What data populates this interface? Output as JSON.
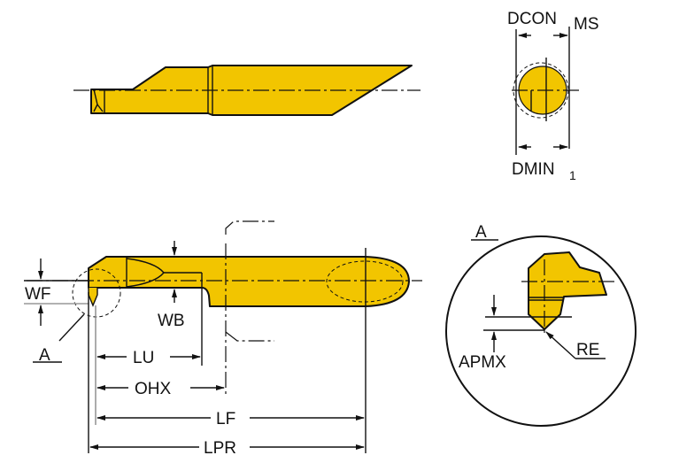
{
  "colors": {
    "tool_body": "#f2c500",
    "line": "#111111"
  },
  "labels": {
    "dcon": "DCON",
    "dcon_sub": "MS",
    "dmin": "DMIN",
    "dmin_sub": "1",
    "wf": "WF",
    "wb": "WB",
    "section_a": "A",
    "lu": "LU",
    "ohx": "OHX",
    "lf": "LF",
    "lpr": "LPR",
    "detail_a": "A",
    "apmx": "APMX",
    "re": "RE"
  }
}
